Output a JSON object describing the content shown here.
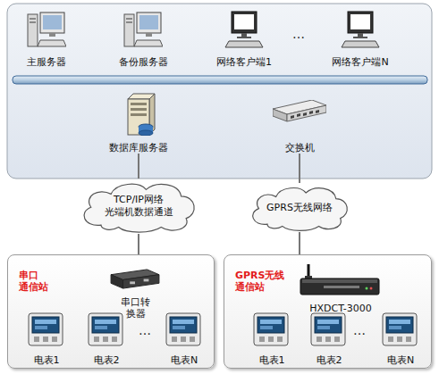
{
  "diagram": {
    "nodes": [
      {
        "text": [
          "主服务器"
        ]
      },
      {
        "text": [
          "备份服务器"
        ]
      },
      {
        "text": [
          "网络客户端1"
        ]
      },
      {
        "text": [
          "网络客户端N"
        ]
      },
      {
        "text": [
          "数据库服务器"
        ]
      },
      {
        "text": [
          "交换机"
        ]
      },
      {
        "text": [
          "TCP/IP网络 光端机数据通道"
        ]
      },
      {
        "text": [
          "GPRS无线网络"
        ]
      },
      {
        "text": [
          "串口 通信站"
        ]
      },
      {
        "text": [
          "串口转 换器"
        ],
        "in": 8
      },
      {
        "text": [
          "电表1"
        ],
        "in": 8
      },
      {
        "text": [
          "电表2"
        ],
        "in": 8
      },
      {
        "text": [
          "电表N"
        ],
        "in": 8
      },
      {
        "text": [
          "GPRS无线 通信站"
        ]
      },
      {
        "text": [
          "HXDCT-3000"
        ],
        "in": 13
      },
      {
        "text": [
          "电表1"
        ],
        "in": 13
      },
      {
        "text": [
          "电表2"
        ],
        "in": 13
      },
      {
        "text": [
          "电表N"
        ],
        "in": 13
      }
    ],
    "edges": [
      {
        "from": 4,
        "to": 6,
        "arrow": "none"
      },
      {
        "from": 5,
        "to": 7,
        "arrow": "none"
      },
      {
        "from": 6,
        "to": 8,
        "arrow": "none"
      },
      {
        "from": 7,
        "to": 13,
        "arrow": "none"
      }
    ],
    "labels": [
      "…",
      "…",
      "…"
    ]
  }
}
